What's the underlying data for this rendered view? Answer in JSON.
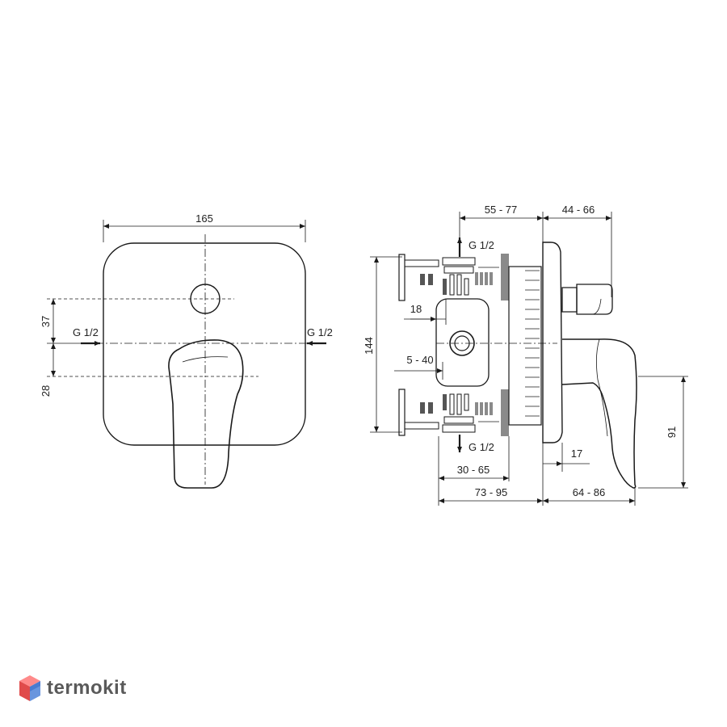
{
  "front_view": {
    "width_dim": "165",
    "dim_upper": "37",
    "dim_lower": "28",
    "inlet_left": "G 1/2",
    "inlet_right": "G 1/2"
  },
  "side_view": {
    "dim_top_depth": "55 - 77",
    "dim_top_right": "44 - 66",
    "outlet_top": "G 1/2",
    "outlet_bottom": "G 1/2",
    "dim_18": "18",
    "dim_height": "144",
    "dim_5_40": "5 - 40",
    "dim_17": "17",
    "dim_91": "91",
    "dim_30_65": "30 - 65",
    "dim_73_95": "73 - 95",
    "dim_64_86": "64 - 86"
  },
  "watermark": {
    "brand": "termokit",
    "colors": {
      "red": "#e04b4b",
      "blue": "#4a7bd0"
    }
  }
}
